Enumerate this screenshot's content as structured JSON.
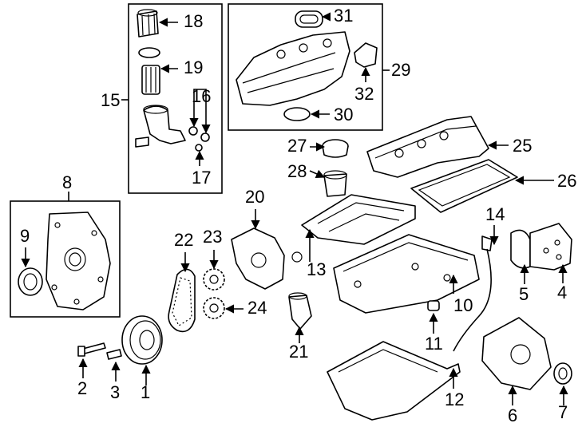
{
  "callouts": {
    "c1": "1",
    "c2": "2",
    "c3": "3",
    "c4": "4",
    "c5": "5",
    "c6": "6",
    "c7": "7",
    "c8": "8",
    "c9": "9",
    "c10": "10",
    "c11": "11",
    "c12": "12",
    "c13": "13",
    "c14": "14",
    "c15": "15",
    "c16": "16",
    "c17": "17",
    "c18": "18",
    "c19": "19",
    "c20": "20",
    "c21": "21",
    "c22": "22",
    "c23": "23",
    "c24": "24",
    "c25": "25",
    "c26": "26",
    "c27": "27",
    "c28": "28",
    "c29": "29",
    "c30": "30",
    "c31": "31",
    "c32": "32"
  },
  "arrow_marker": "arrowhead",
  "line_color": "#000000",
  "background": "#ffffff"
}
